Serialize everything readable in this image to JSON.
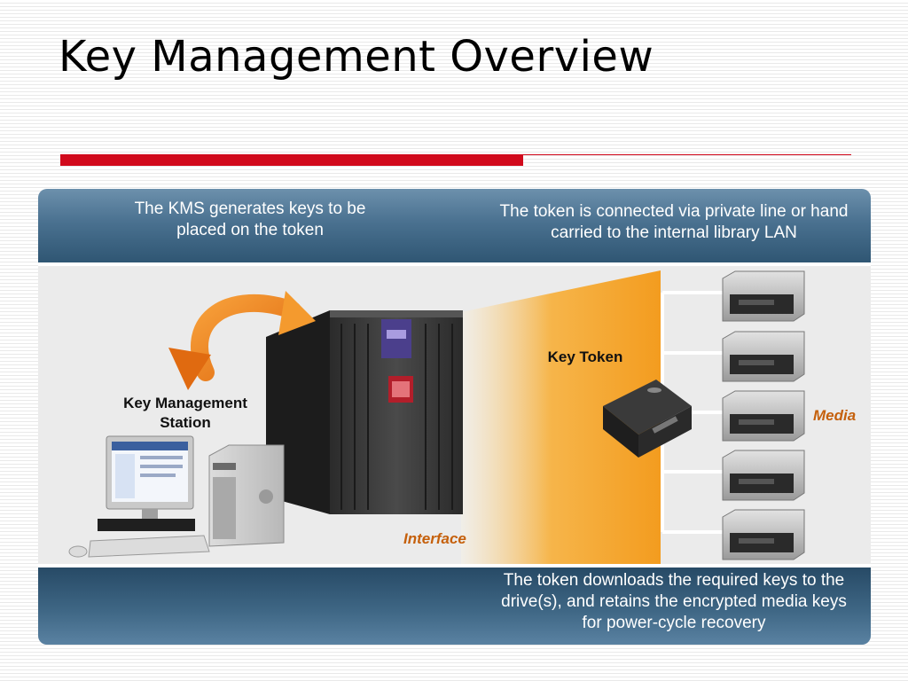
{
  "slide": {
    "title": "Key Management Overview",
    "accent_color": "#d10a1c",
    "band_color": "#3d6584"
  },
  "captions": {
    "top_left": "The KMS generates keys to be placed on the token",
    "top_right": "The token is connected via private line or hand carried to the internal library LAN",
    "bottom_right": "The token downloads the required keys to the drive(s), and retains the encrypted media keys for power-cycle recovery"
  },
  "labels": {
    "key_management_station": "Key Management Station",
    "key_token": "Key Token",
    "media": "Media",
    "interface": "Interface"
  },
  "icons": [
    "curved-arrow-icon",
    "computer-monitor-icon",
    "server-tower-icon",
    "keyboard-icon",
    "tape-library-icon",
    "key-token-device-icon",
    "tape-drive-icon"
  ],
  "media_drive_count": 5
}
